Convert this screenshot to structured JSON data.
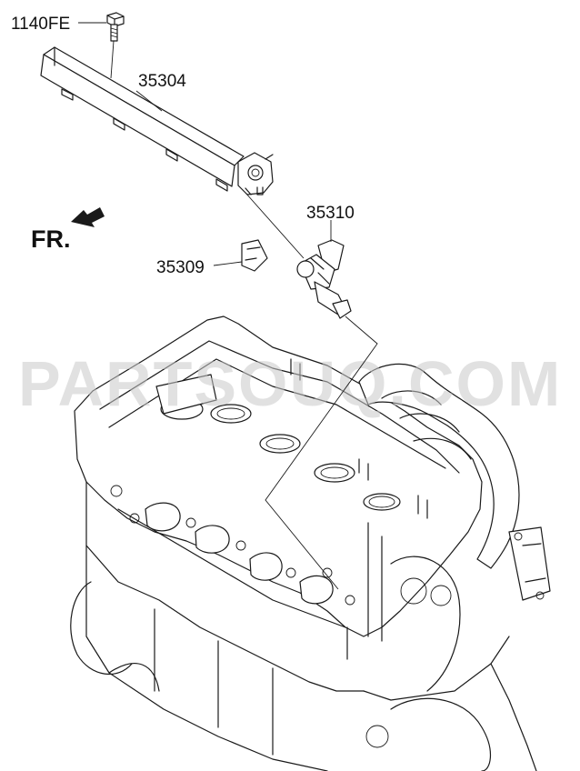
{
  "diagram": {
    "watermark": "PARTSOUQ.COM",
    "direction_label": "FR.",
    "parts": [
      {
        "code": "1140FE",
        "name": "bolt"
      },
      {
        "code": "35304",
        "name": "delivery-pipe"
      },
      {
        "code": "35310",
        "name": "injector"
      },
      {
        "code": "35309",
        "name": "clip"
      }
    ]
  }
}
